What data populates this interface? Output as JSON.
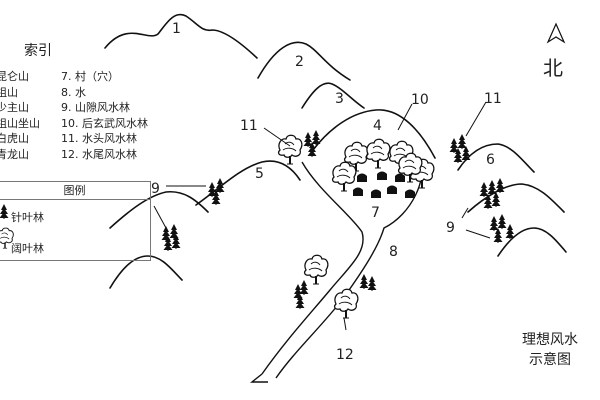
{
  "index": {
    "title": "索引",
    "col1": [
      "昆仑山",
      "祖山",
      "少主山",
      "祖山坐山",
      "白虎山",
      "青龙山"
    ],
    "col2": [
      "7. 村（穴）",
      "8. 水",
      "9. 山隙风水林",
      "10. 后玄武风水林",
      "11. 水头风水林",
      "12. 水尾风水林"
    ]
  },
  "legend": {
    "title": "图例",
    "conifer": "针叶林",
    "broadleaf": "阔叶林"
  },
  "north": "北",
  "caption": {
    "line1": "理想风水",
    "line2": "示意图"
  },
  "numbers": [
    "1",
    "2",
    "3",
    "4",
    "5",
    "6",
    "7",
    "8",
    "9",
    "9",
    "10",
    "11",
    "11",
    "12"
  ]
}
